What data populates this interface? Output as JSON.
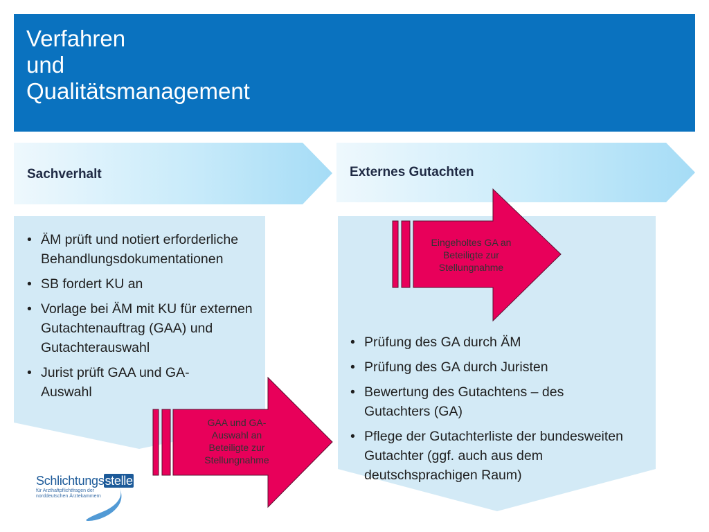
{
  "title": {
    "line1": "Verfahren",
    "line2": "und",
    "line3": "Qualitätsmanagement"
  },
  "left": {
    "header": "Sachverhalt",
    "bullets": [
      "ÄM prüft und notiert erforderliche Behandlungsdokumentationen",
      "SB fordert KU an",
      "Vorlage bei ÄM mit KU für externen Gutachtenauftrag (GAA) und Gutachterauswahl",
      "Jurist prüft GAA und GA-Auswahl"
    ],
    "arrow_text": "GAA und GA-Auswahl an Beteiligte zur Stellungnahme"
  },
  "right": {
    "header": "Externes Gutachten",
    "arrow_text": "Eingeholtes GA an Beteiligte zur Stellungnahme",
    "bullets": [
      "Prüfung des GA durch ÄM",
      "Prüfung des GA durch Juristen",
      "Bewertung des Gutachtens – des Gutachters (GA)",
      "Pflege der Gutachterliste der bundesweiten Gutachter (ggf. auch aus dem deutschsprachigen Raum)"
    ]
  },
  "logo": {
    "word_main": "Schlichtungs",
    "word_highlight": "stelle",
    "subtitle": "für Arzthaftpflichtfragen der norddeutschen Ärztekammern"
  },
  "colors": {
    "title_bg": "#0a72bf",
    "chevron_light": "#a8dcf5",
    "panel_bg": "#d3eaf6",
    "arrow_fill": "#e8005a",
    "arrow_stroke": "#5a1030"
  }
}
